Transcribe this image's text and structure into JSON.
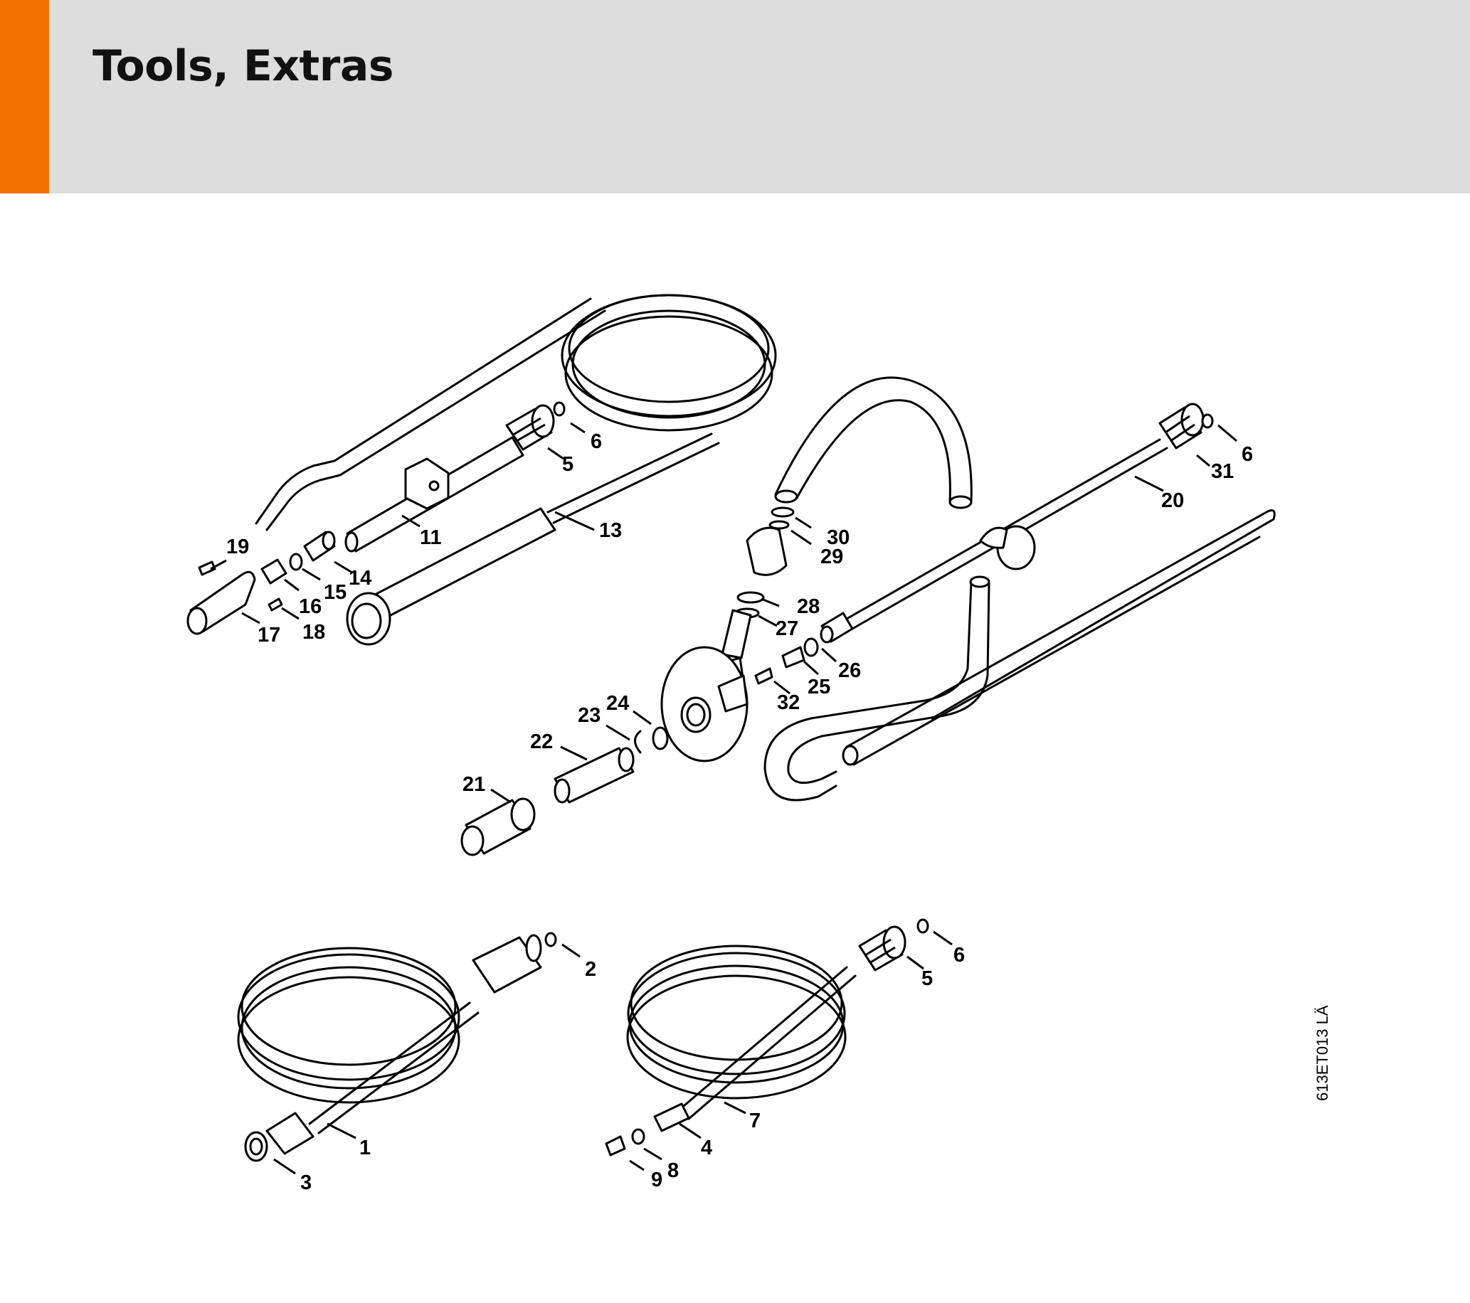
{
  "header": {
    "title": "Tools, Extras",
    "accent_color": "#f07300",
    "band_color": "#dcdddc"
  },
  "diagram": {
    "reference_code": "613ET013 LÄ",
    "callouts": [
      {
        "id": "c19",
        "text": "19"
      },
      {
        "id": "c6a",
        "text": "6"
      },
      {
        "id": "c5a",
        "text": "5"
      },
      {
        "id": "c11",
        "text": "11"
      },
      {
        "id": "c13",
        "text": "13"
      },
      {
        "id": "c14",
        "text": "14"
      },
      {
        "id": "c15",
        "text": "15"
      },
      {
        "id": "c16",
        "text": "16"
      },
      {
        "id": "c17",
        "text": "17"
      },
      {
        "id": "c18",
        "text": "18"
      },
      {
        "id": "c6b",
        "text": "6"
      },
      {
        "id": "c31",
        "text": "31"
      },
      {
        "id": "c20",
        "text": "20"
      },
      {
        "id": "c30",
        "text": "30"
      },
      {
        "id": "c29",
        "text": "29"
      },
      {
        "id": "c28",
        "text": "28"
      },
      {
        "id": "c27",
        "text": "27"
      },
      {
        "id": "c26",
        "text": "26"
      },
      {
        "id": "c25",
        "text": "25"
      },
      {
        "id": "c32",
        "text": "32"
      },
      {
        "id": "c24",
        "text": "24"
      },
      {
        "id": "c23",
        "text": "23"
      },
      {
        "id": "c22",
        "text": "22"
      },
      {
        "id": "c21",
        "text": "21"
      },
      {
        "id": "c2",
        "text": "2"
      },
      {
        "id": "c1",
        "text": "1"
      },
      {
        "id": "c3",
        "text": "3"
      },
      {
        "id": "c6c",
        "text": "6"
      },
      {
        "id": "c5b",
        "text": "5"
      },
      {
        "id": "c7",
        "text": "7"
      },
      {
        "id": "c4",
        "text": "4"
      },
      {
        "id": "c8",
        "text": "8"
      },
      {
        "id": "c9",
        "text": "9"
      }
    ]
  }
}
